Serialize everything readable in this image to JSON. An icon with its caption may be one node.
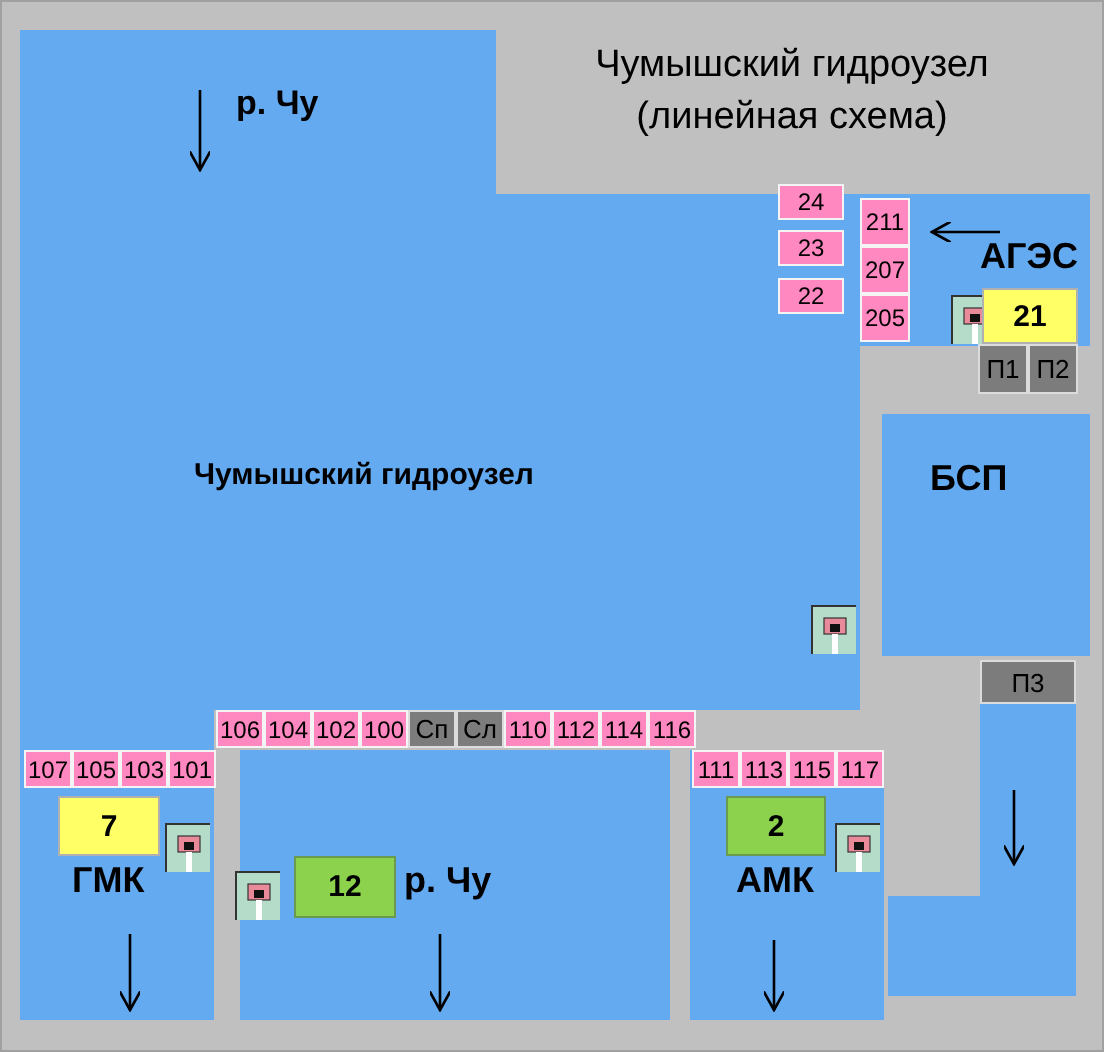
{
  "diagram": {
    "title": "Чумышский гидроузел (линейная схема)",
    "nodes": [
      {
        "text": [
          "106"
        ]
      },
      {
        "text": [
          "104"
        ]
      },
      {
        "text": [
          "102"
        ]
      },
      {
        "text": [
          "100"
        ]
      },
      {
        "text": [
          "Сп"
        ]
      },
      {
        "text": [
          "Сл"
        ]
      },
      {
        "text": [
          "110"
        ]
      },
      {
        "text": [
          "112"
        ]
      },
      {
        "text": [
          "114"
        ]
      },
      {
        "text": [
          "116"
        ]
      },
      {
        "text": [
          "107"
        ]
      },
      {
        "text": [
          "105"
        ]
      },
      {
        "text": [
          "103"
        ]
      },
      {
        "text": [
          "101"
        ]
      },
      {
        "text": [
          "111"
        ]
      },
      {
        "text": [
          "113"
        ]
      },
      {
        "text": [
          "115"
        ]
      },
      {
        "text": [
          "117"
        ]
      },
      {
        "text": [
          "211"
        ]
      },
      {
        "text": [
          "207"
        ]
      },
      {
        "text": [
          "205"
        ]
      },
      {
        "text": [
          "24"
        ]
      },
      {
        "text": [
          "23"
        ]
      },
      {
        "text": [
          "22"
        ]
      },
      {
        "text": [
          "21"
        ]
      },
      {
        "text": [
          "П1"
        ]
      },
      {
        "text": [
          "П2"
        ]
      },
      {
        "text": [
          "П3"
        ]
      },
      {
        "text": [
          "7"
        ]
      },
      {
        "text": [
          "12"
        ]
      },
      {
        "text": [
          "2"
        ]
      }
    ],
    "labels": [
      "р. Чу",
      "АГЭС",
      "Чумышский гидроузел",
      "БСП",
      "ГМК",
      "р. Чу",
      "АМК"
    ]
  }
}
